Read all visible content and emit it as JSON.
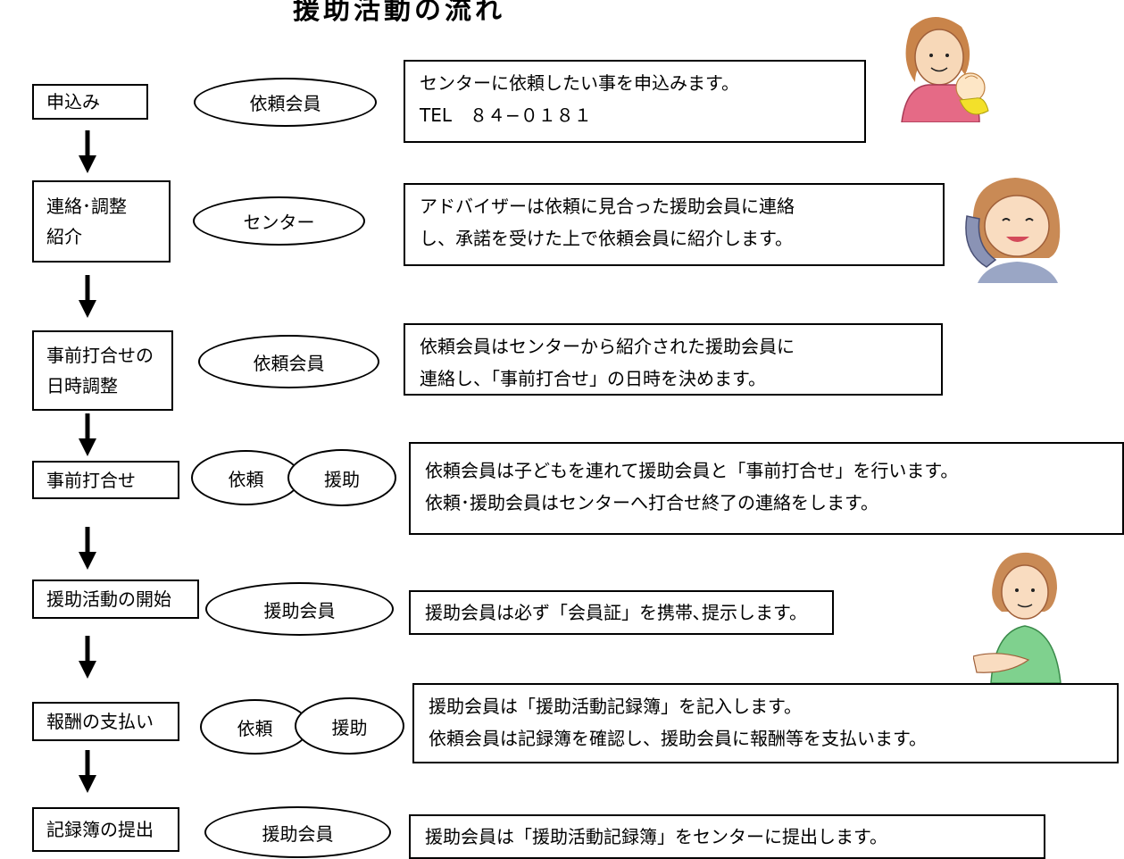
{
  "header": {
    "title": "援助活動の流れ"
  },
  "steps": [
    {
      "label": "申込み",
      "actor": "依頼会員",
      "desc": [
        "センターに依頼したい事を申込みます。",
        "TEL　８４−０１８１"
      ]
    },
    {
      "label": [
        "連絡･調整",
        "紹介"
      ],
      "actor": "センター",
      "desc": [
        "アドバイザーは依頼に見合った援助会員に連絡",
        "し、承諾を受けた上で依頼会員に紹介します。"
      ]
    },
    {
      "label": [
        "事前打合せの",
        "日時調整"
      ],
      "actor": "依頼会員",
      "desc": [
        "依頼会員はセンターから紹介された援助会員に",
        "連絡し、「事前打合せ」の日時を決めます。"
      ]
    },
    {
      "label": "事前打合せ",
      "actors": [
        "依頼",
        "援助"
      ],
      "desc": [
        "依頼会員は子どもを連れて援助会員と「事前打合せ」を行います。",
        "依頼･援助会員はセンターへ打合せ終了の連絡をします。"
      ]
    },
    {
      "label": "援助活動の開始",
      "actor": "援助会員",
      "desc": [
        "援助会員は必ず「会員証」を携帯､提示します。"
      ]
    },
    {
      "label": "報酬の支払い",
      "actors": [
        "依頼",
        "援助"
      ],
      "desc": [
        "援助会員は「援助活動記録簿」を記入します。",
        "依頼会員は記録簿を確認し、援助会員に報酬等を支払います。"
      ]
    },
    {
      "label": "記録簿の提出",
      "actor": "援助会員",
      "desc": [
        "援助会員は「援助活動記録簿」をセンターに提出します。"
      ]
    }
  ]
}
